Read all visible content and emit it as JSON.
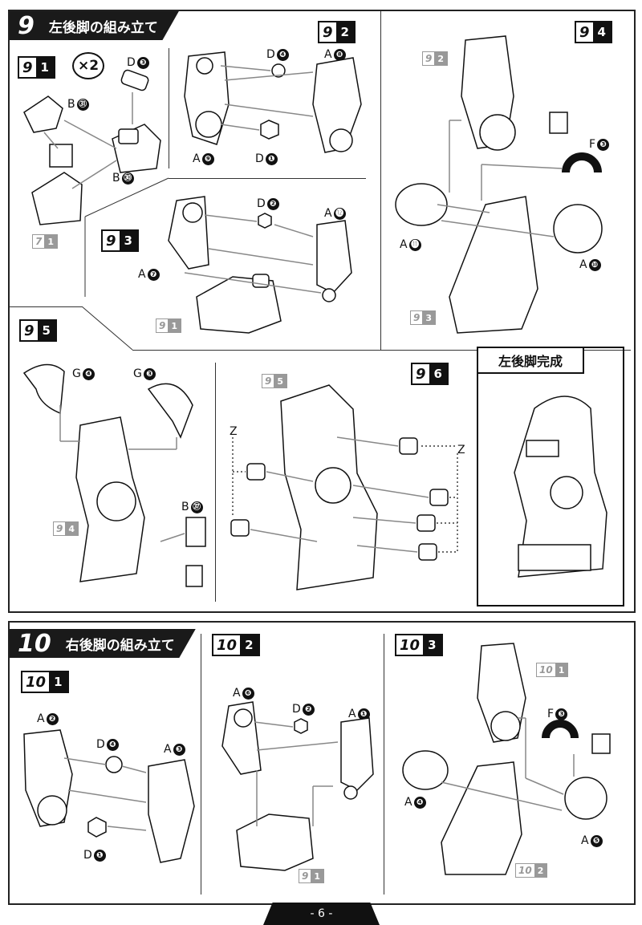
{
  "step9": {
    "number": "9",
    "title": "左後脚の組み立て",
    "substeps": {
      "s1": {
        "main": "9",
        "sub": "1",
        "multiplier": "×2",
        "parts": [
          {
            "letter": "D",
            "num": "❸"
          },
          {
            "letter": "B",
            "num": "㉛"
          },
          {
            "letter": "B",
            "num": "㉚"
          }
        ],
        "ref": {
          "main": "7",
          "sub": "1"
        }
      },
      "s2": {
        "main": "9",
        "sub": "2",
        "parts": [
          {
            "letter": "D",
            "num": "❹"
          },
          {
            "letter": "A",
            "num": "❽"
          },
          {
            "letter": "A",
            "num": "❾"
          },
          {
            "letter": "D",
            "num": "❶"
          }
        ]
      },
      "s3": {
        "main": "9",
        "sub": "3",
        "parts": [
          {
            "letter": "D",
            "num": "❷"
          },
          {
            "letter": "A",
            "num": "⓬"
          },
          {
            "letter": "A",
            "num": "❼"
          }
        ],
        "ref": {
          "main": "9",
          "sub": "1"
        }
      },
      "s4": {
        "main": "9",
        "sub": "4",
        "parts": [
          {
            "letter": "F",
            "num": "❸"
          },
          {
            "letter": "A",
            "num": "⓫"
          },
          {
            "letter": "A",
            "num": "❿"
          }
        ],
        "ref_top": {
          "main": "9",
          "sub": "2"
        },
        "ref_bottom": {
          "main": "9",
          "sub": "3"
        }
      },
      "s5": {
        "main": "9",
        "sub": "5",
        "parts": [
          {
            "letter": "G",
            "num": "❹"
          },
          {
            "letter": "G",
            "num": "❸"
          },
          {
            "letter": "B",
            "num": "㊲"
          }
        ],
        "ref": {
          "main": "9",
          "sub": "4"
        }
      },
      "s6": {
        "main": "9",
        "sub": "6",
        "z_left": "Z",
        "z_right": "Z",
        "ref": {
          "main": "9",
          "sub": "5"
        }
      }
    },
    "complete_label": "左後脚完成"
  },
  "step10": {
    "number": "10",
    "title": "右後脚の組み立て",
    "substeps": {
      "s1": {
        "main": "10",
        "sub": "1",
        "parts": [
          {
            "letter": "A",
            "num": "❷"
          },
          {
            "letter": "D",
            "num": "❹"
          },
          {
            "letter": "A",
            "num": "❸"
          },
          {
            "letter": "D",
            "num": "❶"
          }
        ]
      },
      "s2": {
        "main": "10",
        "sub": "2",
        "parts": [
          {
            "letter": "A",
            "num": "❻"
          },
          {
            "letter": "D",
            "num": "❷"
          },
          {
            "letter": "A",
            "num": "❶"
          }
        ],
        "ref": {
          "main": "9",
          "sub": "1"
        }
      },
      "s3": {
        "main": "10",
        "sub": "3",
        "parts": [
          {
            "letter": "F",
            "num": "❸"
          },
          {
            "letter": "A",
            "num": "❹"
          },
          {
            "letter": "A",
            "num": "❺"
          }
        ],
        "ref_top": {
          "main": "10",
          "sub": "1"
        },
        "ref_bottom": {
          "main": "10",
          "sub": "2"
        }
      }
    }
  },
  "page_number": "- 6 -"
}
